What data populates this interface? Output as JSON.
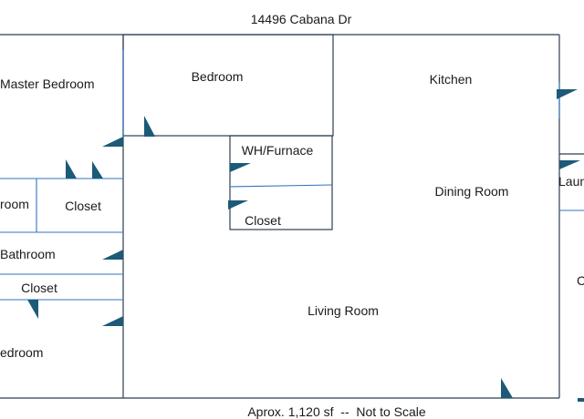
{
  "header": {
    "address": "14496 Cabana Dr"
  },
  "footer": {
    "note": "Aprox. 1,120 sf  --  Not to Scale"
  },
  "rooms": {
    "master_bedroom": "Master Bedroom",
    "bedroom_top": "Bedroom",
    "kitchen": "Kitchen",
    "wh_furnace": "WH/Furnace",
    "closet_center": "Closet",
    "dining_room": "Dining Room",
    "laundry_partial": "Laun",
    "bathroom_left_partial": "room",
    "closet_left": "Closet",
    "bathroom": "Bathroom",
    "closet_hall": "Closet",
    "living_room": "Living Room",
    "bedroom_bottom_partial": "edroom",
    "right_edge_partial": "C"
  },
  "colors": {
    "wall": "#2e3e52",
    "door": "#1c5a78",
    "accent_line": "#2f75c0"
  }
}
